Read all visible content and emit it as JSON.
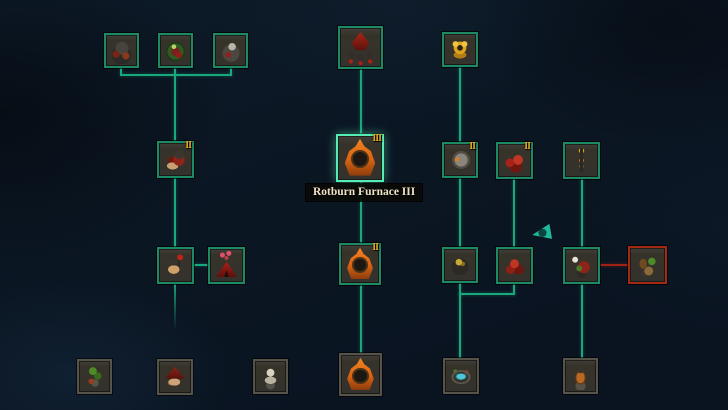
{
  "tooltip": {
    "text": "Rotburn Furnace III"
  },
  "colors": {
    "background": "#0b1623",
    "connector": "#18a87c",
    "connector_locked": "#9e2312",
    "border_unlocked": "#1d8a66",
    "border_selected": "#55ecb6",
    "border_locked": "#a02a14",
    "border_inactive": "#56534a",
    "rank_gold": "#e2ab25",
    "cursor": "#23c7a5"
  },
  "cursor": {
    "icon": "nav-arrow-left-icon"
  },
  "nodes": {
    "scrap_heap": {
      "icon": "scrap-heap-icon"
    },
    "moss_wreath": {
      "icon": "wreath-icon"
    },
    "rat_carcass": {
      "icon": "carcass-icon"
    },
    "bomb_rig": {
      "icon": "bomb-rig-icon"
    },
    "golden_idol": {
      "icon": "golden-idol-icon"
    },
    "butcher_block": {
      "icon": "butcher-icon",
      "rank": "II"
    },
    "rotburn_furnace_3": {
      "icon": "furnace-icon",
      "rank": "III"
    },
    "skull_kiln": {
      "icon": "skull-icon",
      "rank": "II"
    },
    "flesh_heap": {
      "icon": "flesh-heap-icon",
      "rank": "II"
    },
    "dark_totem": {
      "icon": "totem-icon"
    },
    "pig_banner": {
      "icon": "pig-banner-icon"
    },
    "heart_tent": {
      "icon": "heart-tent-icon"
    },
    "rotburn_furnace_2": {
      "icon": "furnace-icon",
      "rank": "II"
    },
    "troll_mask": {
      "icon": "troll-icon"
    },
    "flesh_mound": {
      "icon": "flesh-mound-icon"
    },
    "tusk_beast": {
      "icon": "tusk-beast-icon"
    },
    "supply_cache": {
      "icon": "supply-cache-icon"
    },
    "herb_bundle": {
      "icon": "herb-icon"
    },
    "sleeping_pig": {
      "icon": "sleeping-pig-icon"
    },
    "bone_effigy": {
      "icon": "bone-effigy-icon"
    },
    "rotburn_furnace_1": {
      "icon": "furnace-icon"
    },
    "ritual_basin": {
      "icon": "ritual-basin-icon"
    },
    "clay_kiln": {
      "icon": "clay-kiln-icon"
    }
  }
}
